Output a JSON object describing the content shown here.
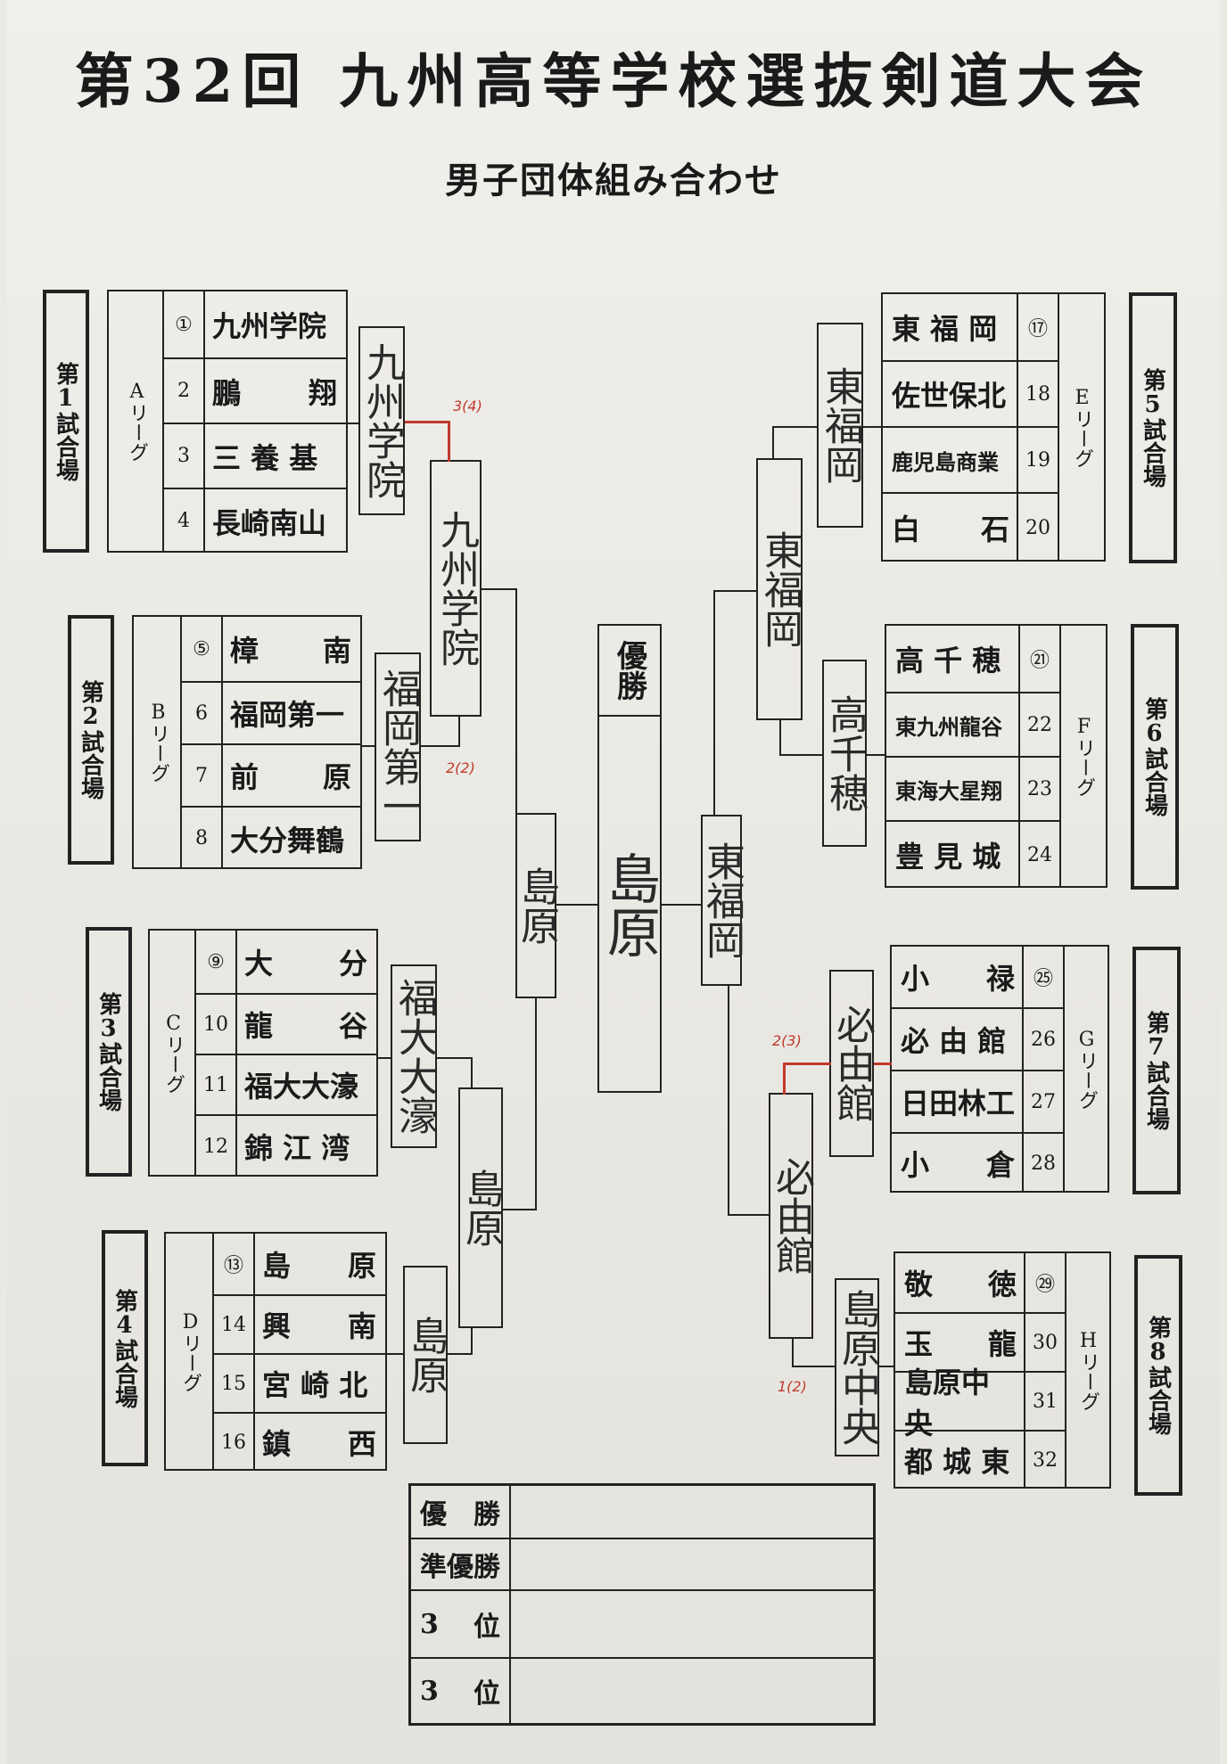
{
  "title": "第32回 九州高等学校選抜剣道大会",
  "subtitle": "男子団体組み合わせ",
  "venues": {
    "v1": "第1試合場",
    "v2": "第2試合場",
    "v3": "第3試合場",
    "v4": "第4試合場",
    "v5": "第5試合場",
    "v6": "第6試合場",
    "v7": "第7試合場",
    "v8": "第8試合場"
  },
  "leagues": {
    "A": "Aリーグ",
    "B": "Bリーグ",
    "C": "Cリーグ",
    "D": "Dリーグ",
    "E": "Eリーグ",
    "F": "Fリーグ",
    "G": "Gリーグ",
    "H": "Hリーグ"
  },
  "teams": {
    "A": [
      {
        "num": "①",
        "a": "九州学院",
        "b": ""
      },
      {
        "num": "2",
        "a": "鵬",
        "b": "翔"
      },
      {
        "num": "3",
        "a": "三 養 基",
        "b": ""
      },
      {
        "num": "4",
        "a": "長崎南山",
        "b": ""
      }
    ],
    "B": [
      {
        "num": "⑤",
        "a": "樟",
        "b": "南"
      },
      {
        "num": "6",
        "a": "福岡第一",
        "b": ""
      },
      {
        "num": "7",
        "a": "前",
        "b": "原"
      },
      {
        "num": "8",
        "a": "大分舞鶴",
        "b": ""
      }
    ],
    "C": [
      {
        "num": "⑨",
        "a": "大",
        "b": "分"
      },
      {
        "num": "10",
        "a": "龍",
        "b": "谷"
      },
      {
        "num": "11",
        "a": "福大大濠",
        "b": ""
      },
      {
        "num": "12",
        "a": "錦 江 湾",
        "b": ""
      }
    ],
    "D": [
      {
        "num": "⑬",
        "a": "島",
        "b": "原"
      },
      {
        "num": "14",
        "a": "興",
        "b": "南"
      },
      {
        "num": "15",
        "a": "宮 崎 北",
        "b": ""
      },
      {
        "num": "16",
        "a": "鎮",
        "b": "西"
      }
    ],
    "E": [
      {
        "num": "⑰",
        "a": "東 福 岡",
        "b": ""
      },
      {
        "num": "18",
        "a": "佐世保北",
        "b": ""
      },
      {
        "num": "19",
        "a": "鹿児島商業",
        "b": ""
      },
      {
        "num": "20",
        "a": "白",
        "b": "石"
      }
    ],
    "F": [
      {
        "num": "㉑",
        "a": "高 千 穂",
        "b": ""
      },
      {
        "num": "22",
        "a": "東九州龍谷",
        "b": ""
      },
      {
        "num": "23",
        "a": "東海大星翔",
        "b": ""
      },
      {
        "num": "24",
        "a": "豊 見 城",
        "b": ""
      }
    ],
    "G": [
      {
        "num": "㉕",
        "a": "小",
        "b": "禄"
      },
      {
        "num": "26",
        "a": "必 由 館",
        "b": ""
      },
      {
        "num": "27",
        "a": "日田林工",
        "b": ""
      },
      {
        "num": "28",
        "a": "小",
        "b": "倉"
      }
    ],
    "H": [
      {
        "num": "㉙",
        "a": "敬",
        "b": "徳"
      },
      {
        "num": "30",
        "a": "玉",
        "b": "龍"
      },
      {
        "num": "31",
        "a": "島原中央",
        "b": ""
      },
      {
        "num": "32",
        "a": "都 城 東",
        "b": ""
      }
    ]
  },
  "winners": {
    "A": "九州学院",
    "B": "福岡第一",
    "C": "福大大濠",
    "D": "島原",
    "E": "東福岡",
    "F": "高千穂",
    "G": "必由館",
    "H": "島原中央",
    "AB": "九州学院",
    "CD": "島原",
    "EF": "東福岡",
    "GH": "必由館",
    "left_final": "島原",
    "right_final": "東福岡",
    "champion_label": "優勝",
    "champion": "島原"
  },
  "scores": {
    "s1": "3(4)",
    "s2": "2(2)",
    "s3": "2(3)",
    "s4": "1(2)"
  },
  "results": [
    {
      "a": "優",
      "b": "勝"
    },
    {
      "a": "準優勝",
      "b": ""
    },
    {
      "a": "3",
      "b": "位"
    },
    {
      "a": "3",
      "b": "位"
    }
  ]
}
